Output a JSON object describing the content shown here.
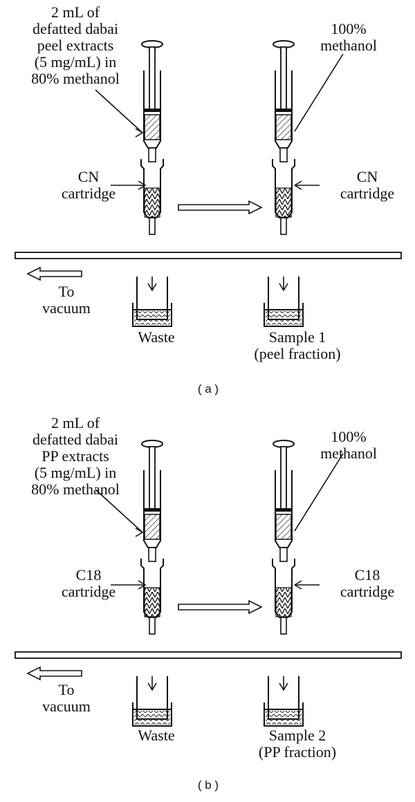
{
  "panels": [
    {
      "caption": "( a )",
      "left_input": {
        "lines": [
          "2 mL of",
          "defatted dabai",
          "peel extracts",
          "(5 mg/mL) in",
          "80% methanol"
        ]
      },
      "right_input": {
        "lines": [
          "100%",
          "methanol"
        ]
      },
      "left_cartridge": {
        "lines": [
          "CN",
          "cartridge"
        ]
      },
      "right_cartridge": {
        "lines": [
          "CN",
          "cartridge"
        ]
      },
      "vacuum": {
        "lines": [
          "To",
          "vacuum"
        ]
      },
      "left_collect": {
        "lines": [
          "Waste"
        ]
      },
      "right_collect": {
        "lines": [
          "Sample 1",
          "(peel fraction)"
        ]
      }
    },
    {
      "caption": "( b )",
      "left_input": {
        "lines": [
          "2 mL of",
          "defatted dabai",
          "PP extracts",
          "(5 mg/mL) in",
          "80% methanol"
        ]
      },
      "right_input": {
        "lines": [
          "100%",
          "methanol"
        ]
      },
      "left_cartridge": {
        "lines": [
          "C18",
          "cartridge"
        ]
      },
      "right_cartridge": {
        "lines": [
          "C18",
          "cartridge"
        ]
      },
      "vacuum": {
        "lines": [
          "To",
          "vacuum"
        ]
      },
      "left_collect": {
        "lines": [
          "Waste"
        ]
      },
      "right_collect": {
        "lines": [
          "Sample 2",
          "(PP fraction)"
        ]
      }
    }
  ]
}
